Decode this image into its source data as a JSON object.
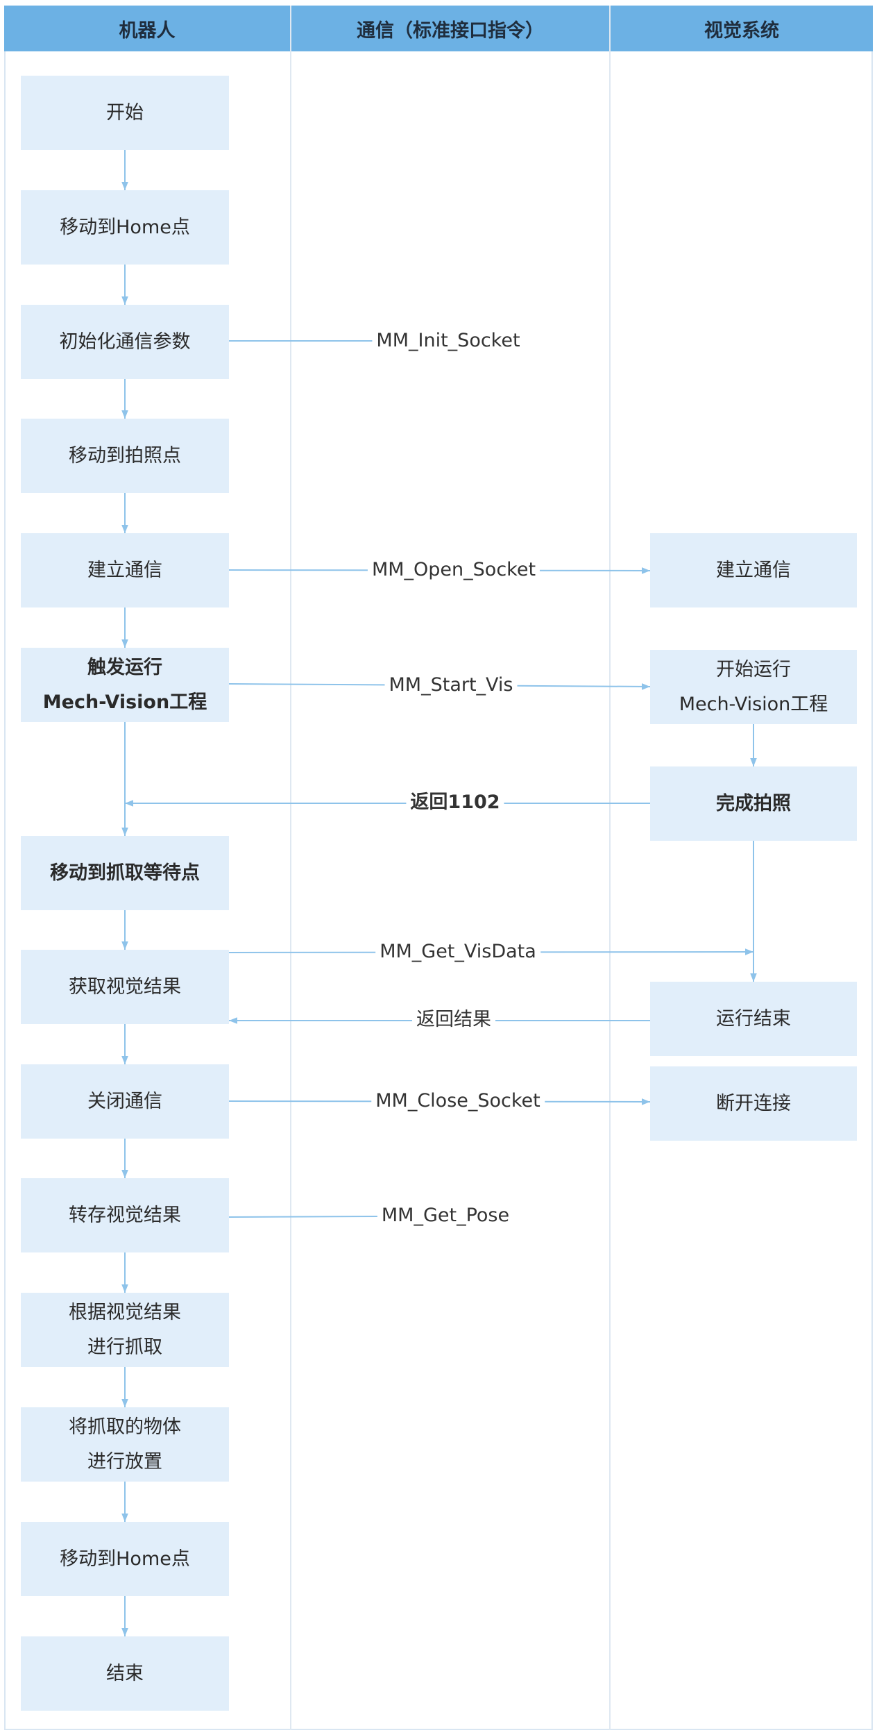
{
  "lanes": [
    "机器人",
    "通信（标准接口指令）",
    "视觉系统"
  ],
  "robot_steps": [
    {
      "id": "r1",
      "lines": [
        "开始"
      ]
    },
    {
      "id": "r2",
      "lines": [
        "移动到Home点"
      ]
    },
    {
      "id": "r3",
      "lines": [
        "初始化通信参数"
      ]
    },
    {
      "id": "r4",
      "lines": [
        "移动到拍照点"
      ]
    },
    {
      "id": "r5",
      "lines": [
        "建立通信"
      ]
    },
    {
      "id": "r6",
      "lines": [
        "触发运行",
        "Mech-Vision工程"
      ],
      "bold": true
    },
    {
      "id": "r7",
      "lines": [
        "移动到抓取等待点"
      ],
      "bold": true
    },
    {
      "id": "r8",
      "lines": [
        "获取视觉结果"
      ]
    },
    {
      "id": "r9",
      "lines": [
        "关闭通信"
      ]
    },
    {
      "id": "r10",
      "lines": [
        "转存视觉结果"
      ]
    },
    {
      "id": "r11",
      "lines": [
        "根据视觉结果",
        "进行抓取"
      ]
    },
    {
      "id": "r12",
      "lines": [
        "将抓取的物体",
        "进行放置"
      ]
    },
    {
      "id": "r13",
      "lines": [
        "移动到Home点"
      ]
    },
    {
      "id": "r14",
      "lines": [
        "结束"
      ]
    }
  ],
  "vision_steps": [
    {
      "id": "v1",
      "lines": [
        "建立通信"
      ]
    },
    {
      "id": "v2",
      "lines": [
        "开始运行",
        "Mech-Vision工程"
      ]
    },
    {
      "id": "v3",
      "lines": [
        "完成拍照"
      ],
      "bold": true
    },
    {
      "id": "v4",
      "lines": [
        "运行结束"
      ]
    },
    {
      "id": "v5",
      "lines": [
        "断开连接"
      ]
    }
  ],
  "messages": [
    {
      "label": "MM_Init_Socket"
    },
    {
      "label": "MM_Open_Socket"
    },
    {
      "label": "MM_Start_Vis"
    },
    {
      "label": "返回1102",
      "bold": true
    },
    {
      "label": "MM_Get_VisData"
    },
    {
      "label": "返回结果"
    },
    {
      "label": "MM_Close_Socket"
    },
    {
      "label": "MM_Get_Pose"
    }
  ],
  "colors": {
    "header": "#6cb1e4",
    "box": "#e1eefa",
    "arrow": "#8ec3ea",
    "lane_line": "#dfe8f1"
  }
}
